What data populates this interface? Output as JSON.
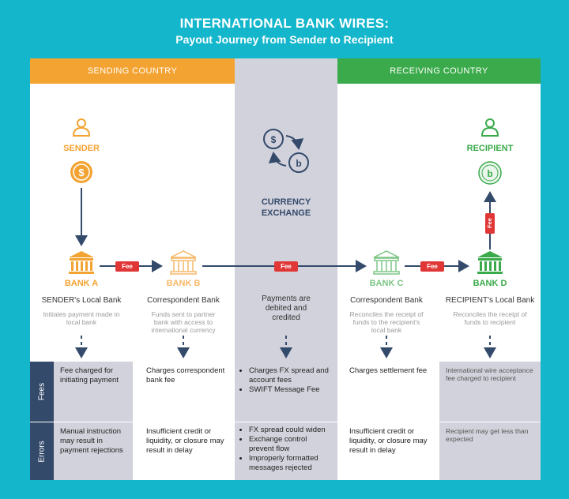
{
  "title": "INTERNATIONAL BANK WIRES:",
  "subtitle": "Payout Journey from Sender to Recipient",
  "headers": {
    "sending": "SENDING COUNTRY",
    "receiving": "RECEIVING COUNTRY"
  },
  "sender": {
    "label": "SENDER"
  },
  "recipient": {
    "label": "RECIPIENT"
  },
  "exchange": {
    "line1": "CURRENCY",
    "line2": "EXCHANGE",
    "desc": "Payments are debited and credited"
  },
  "fee_label": "Fee",
  "banks": [
    {
      "title": "BANK A",
      "name": "SENDER's Local Bank",
      "desc": "Initiates payment made in local bank",
      "color": "#f3a331"
    },
    {
      "title": "BANK B",
      "name": "Correspondent Bank",
      "desc": "Funds sent to partner bank with access to international currency",
      "color": "#f6b96a"
    },
    {
      "title": "BANK C",
      "name": "Correspondent Bank",
      "desc": "Reconciles the receipt of funds to the recipient's local bank",
      "color": "#7cc585"
    },
    {
      "title": "BANK D",
      "name": "RECIPIENT's Local Bank",
      "desc": "Reconciles the receipt of funds to recipient",
      "color": "#3aaa4a"
    }
  ],
  "rows": {
    "fees_label": "Fees",
    "errors_label": "Errors",
    "fees": [
      "Fee charged for initiating payment",
      "Charges correspondent bank fee",
      [
        "Charges FX spread and account fees",
        "SWIFT Message Fee"
      ],
      "Charges settlement fee",
      "International wire acceptance fee charged to recipient"
    ],
    "errors": [
      "Manual instruction may result in payment rejections",
      "Insufficient credit or liquidity, or closure may result in delay",
      [
        "FX spread could widen",
        "Exchange control prevent flow",
        "Improperly formatted messages rejected"
      ],
      "Insufficient credit or liquidity, or closure may result in delay",
      "Recipient may get less than expected"
    ]
  },
  "colors": {
    "orange": "#f3a331",
    "green": "#3aaa4a",
    "navy": "#344a6b",
    "red": "#e03636",
    "teal": "#14b6cc"
  }
}
